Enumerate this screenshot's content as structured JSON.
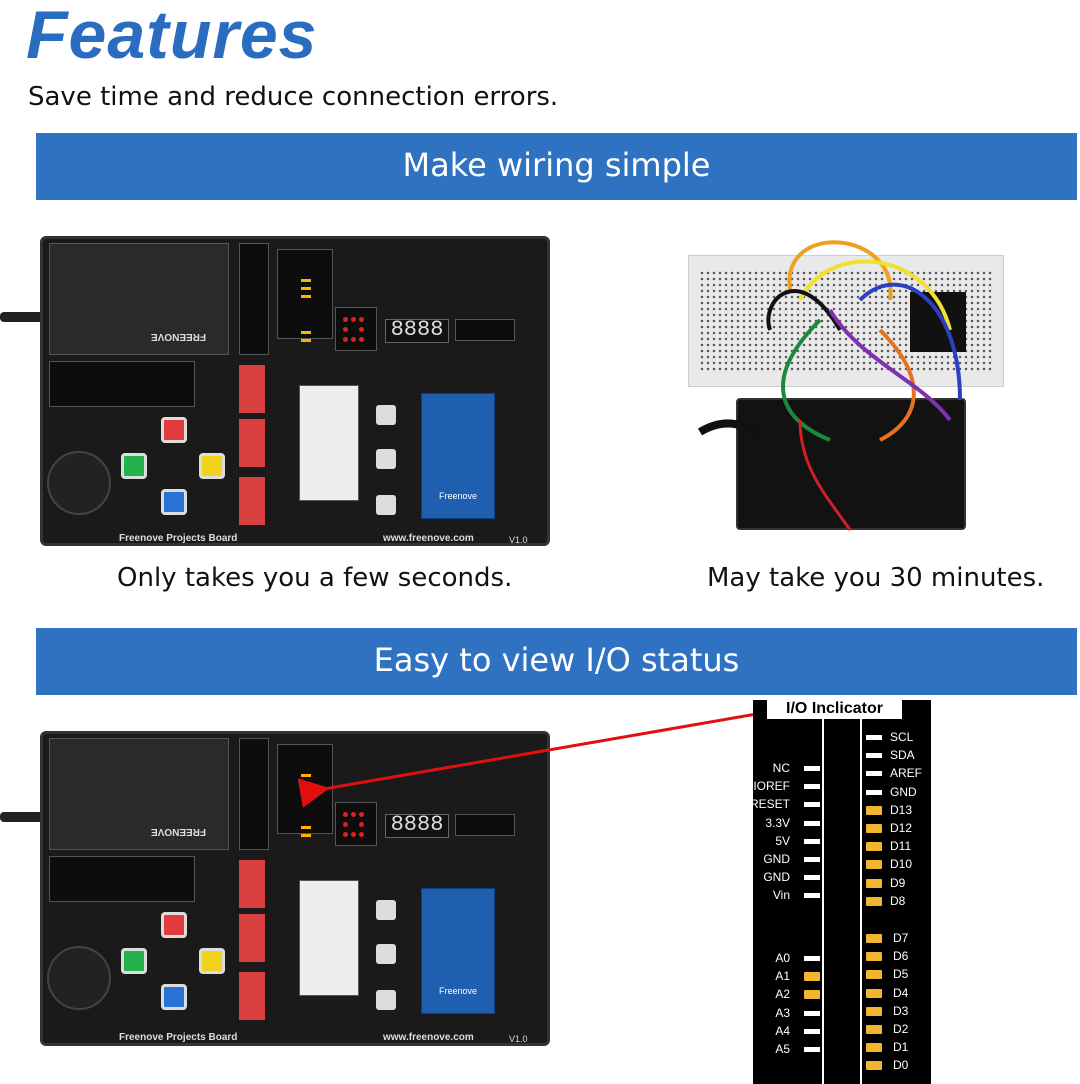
{
  "header": {
    "title": "Features",
    "subtitle": "Save time and reduce connection errors."
  },
  "banners": {
    "wiring": "Make wiring simple",
    "io": "Easy to view I/O status"
  },
  "captions": {
    "board": "Only takes you a few seconds.",
    "breadboard": "May take you 30 minutes."
  },
  "board": {
    "name": "Freenove Projects Board",
    "url": "www.freenove.com",
    "brand": "FREENOVE",
    "version": "V1.0",
    "rfid_label": "Freenove"
  },
  "io_indicator": {
    "title": "I/O Inclicator",
    "left_pins": [
      {
        "label": "NC",
        "on": false
      },
      {
        "label": "IOREF",
        "on": false
      },
      {
        "label": "RESET",
        "on": false
      },
      {
        "label": "3.3V",
        "on": false
      },
      {
        "label": "5V",
        "on": false
      },
      {
        "label": "GND",
        "on": false
      },
      {
        "label": "GND",
        "on": false
      },
      {
        "label": "Vin",
        "on": false
      }
    ],
    "analog_pins": [
      {
        "label": "A0",
        "on": false
      },
      {
        "label": "A1",
        "on": true
      },
      {
        "label": "A2",
        "on": true
      },
      {
        "label": "A3",
        "on": false
      },
      {
        "label": "A4",
        "on": false
      },
      {
        "label": "A5",
        "on": false
      }
    ],
    "right_pins_top": [
      {
        "label": "SCL",
        "on": false
      },
      {
        "label": "SDA",
        "on": false
      },
      {
        "label": "AREF",
        "on": false
      },
      {
        "label": "GND",
        "on": false
      },
      {
        "label": "D13",
        "on": true
      },
      {
        "label": "D12",
        "on": true
      },
      {
        "label": "D11",
        "on": true
      },
      {
        "label": "D10",
        "on": true
      },
      {
        "label": "D9",
        "on": true
      },
      {
        "label": "D8",
        "on": true
      }
    ],
    "right_pins_bottom": [
      {
        "label": "D7",
        "on": true
      },
      {
        "label": "D6",
        "on": true
      },
      {
        "label": "D5",
        "on": true
      },
      {
        "label": "D4",
        "on": true
      },
      {
        "label": "D3",
        "on": true
      },
      {
        "label": "D2",
        "on": true
      },
      {
        "label": "D1",
        "on": true
      },
      {
        "label": "D0",
        "on": true
      }
    ]
  },
  "colors": {
    "accent_blue": "#2f72c2",
    "title_blue": "#2a6cc0",
    "led_on": "#f2b52f",
    "arrow_red": "#e01010"
  }
}
